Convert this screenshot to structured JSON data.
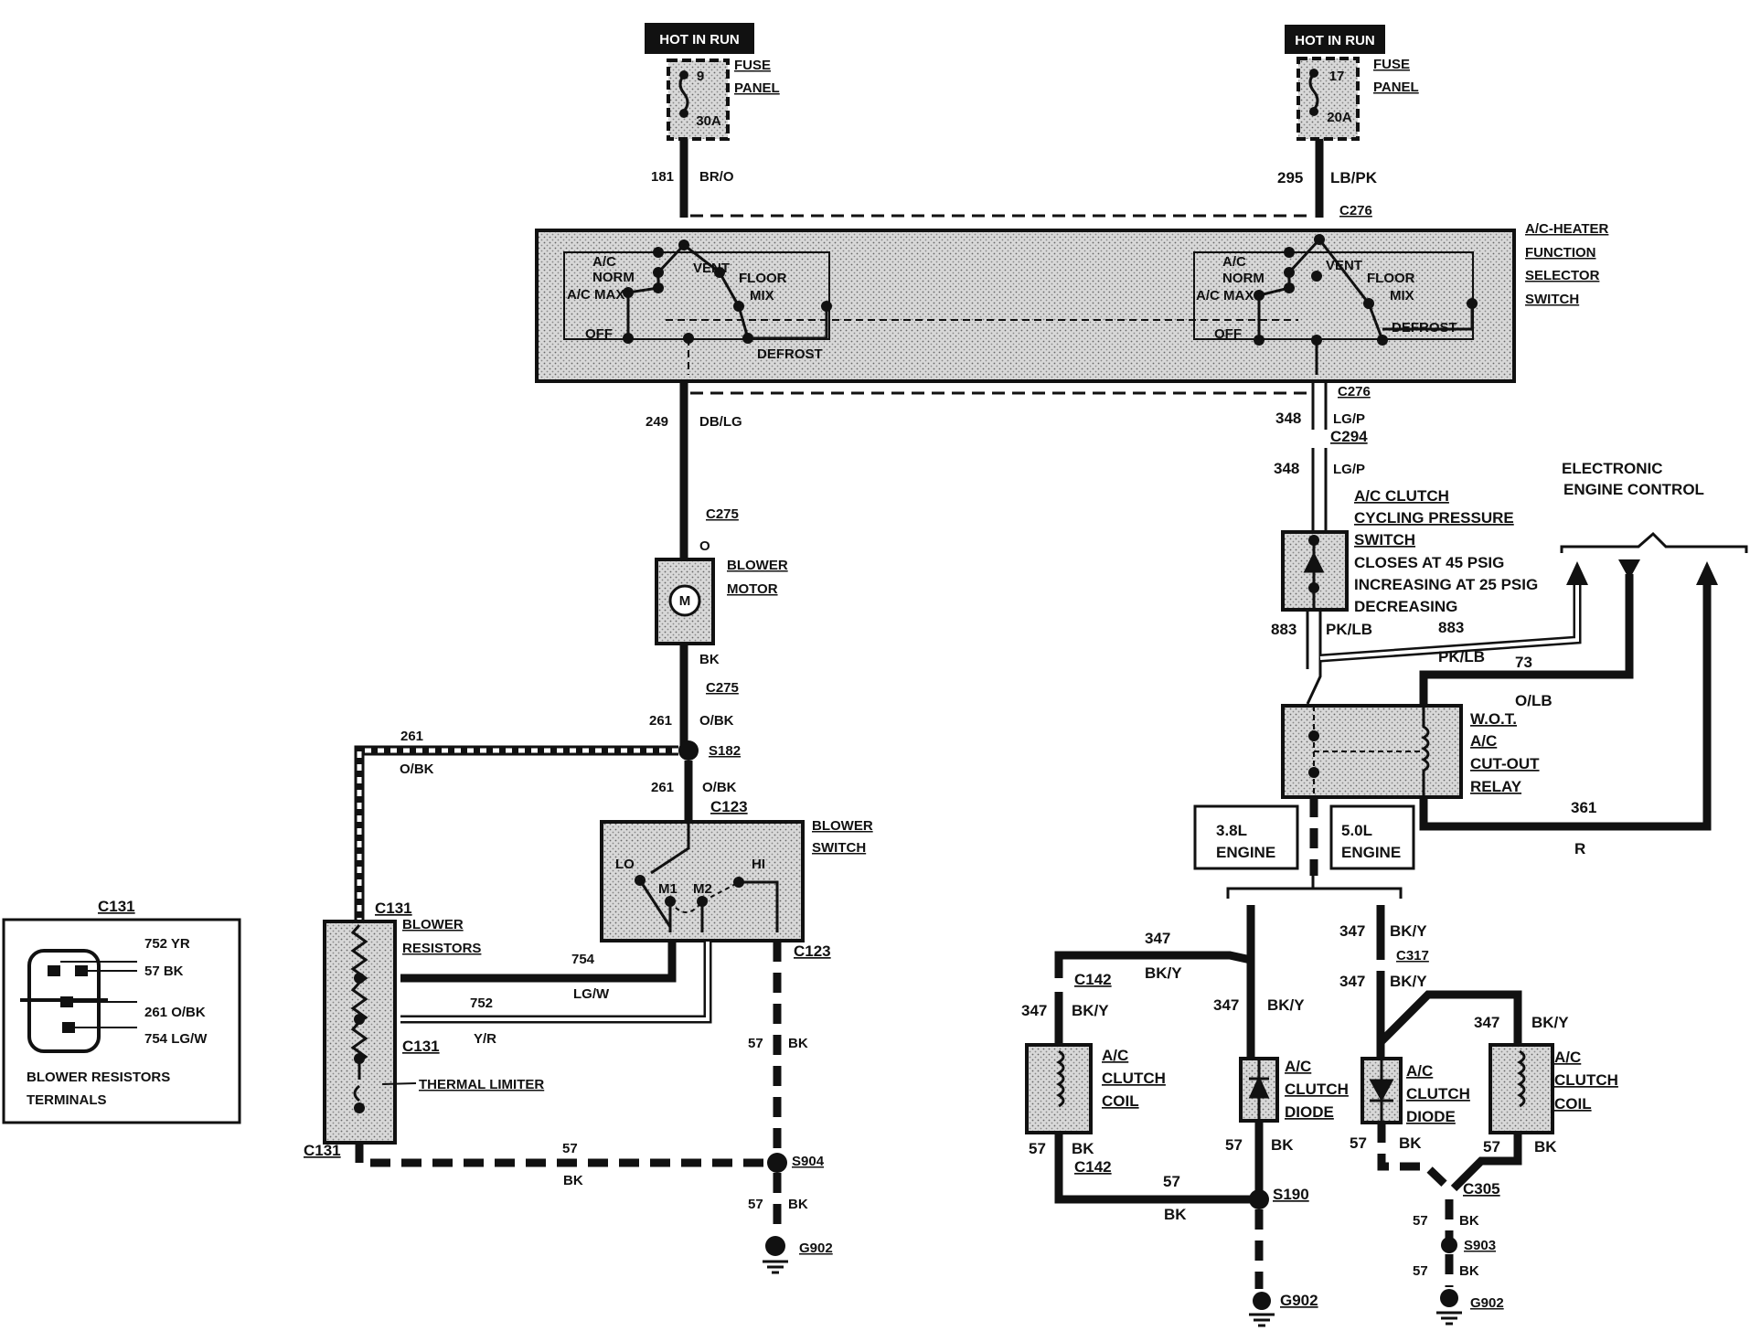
{
  "power": {
    "left": {
      "badge": "HOT IN RUN",
      "fuse_num": "9",
      "fuse_amp": "30A",
      "panel_1": "FUSE",
      "panel_2": "PANEL",
      "circuit": "181",
      "color": "BR/O"
    },
    "right": {
      "badge": "HOT IN RUN",
      "fuse_num": "17",
      "fuse_amp": "20A",
      "panel_1": "FUSE",
      "panel_2": "PANEL",
      "circuit": "295",
      "color": "LB/PK"
    }
  },
  "selector": {
    "title_1": "A/C-HEATER",
    "title_2": "FUNCTION",
    "title_3": "SELECTOR",
    "title_4": "SWITCH",
    "c276_top": "C276",
    "c276_bot": "C276",
    "ac_1": "A/C",
    "norm": "NORM",
    "acmax": "A/C MAX",
    "vent": "VENT",
    "floor": "FLOOR",
    "mix": "MIX",
    "off": "OFF",
    "defrost": "DEFROST"
  },
  "blower": {
    "w249": "249",
    "c249": "DB/LG",
    "c275a": "C275",
    "o": "O",
    "motor_1": "BLOWER",
    "motor_2": "MOTOR",
    "m": "M",
    "bk": "BK",
    "c275b": "C275",
    "w261a": "261",
    "c261a": "O/BK",
    "s182": "S182",
    "w261b": "261",
    "c261b": "O/BK",
    "c123a": "C123",
    "switch_1": "BLOWER",
    "switch_2": "SWITCH",
    "lo": "LO",
    "m1": "M1",
    "m2": "M2",
    "hi": "HI",
    "c123b": "C123",
    "w261c": "261",
    "c261c": "O/BK",
    "res_1": "BLOWER",
    "res_2": "RESISTORS",
    "c131a": "C131",
    "c131b": "C131",
    "c131c": "C131",
    "w754": "754",
    "c754": "LG/W",
    "w752": "752",
    "c752": "Y/R",
    "thermal": "THERMAL LIMITER",
    "w57a": "57",
    "c57a": "BK",
    "w57b": "57",
    "c57b": "BK",
    "s904": "S904",
    "w57c": "57",
    "c57c": "BK",
    "g902": "G902"
  },
  "inset": {
    "title": "C131",
    "p1": "752 YR",
    "p2": "57 BK",
    "p3": "261 O/BK",
    "p4": "754 LG/W",
    "cap_1": "BLOWER RESISTORS",
    "cap_2": "TERMINALS"
  },
  "ac": {
    "w348a": "348",
    "c348a": "LG/P",
    "c294": "C294",
    "w348b": "348",
    "c348b": "LG/P",
    "cps_1": "A/C CLUTCH",
    "cps_2": "CYCLING PRESSURE",
    "cps_3": "SWITCH",
    "note_1": "CLOSES AT 45 PSIG",
    "note_2": "INCREASING AT 25 PSIG",
    "note_3": "DECREASING",
    "eec_1": "ELECTRONIC",
    "eec_2": "ENGINE CONTROL",
    "w883a": "883",
    "c883a": "PK/LB",
    "w883b": "883",
    "c883b": "PK/LB",
    "w73": "73",
    "c73": "O/LB",
    "relay_1": "W.O.T.",
    "relay_2": "A/C",
    "relay_3": "CUT-OUT",
    "relay_4": "RELAY",
    "w361": "361",
    "c361": "R",
    "eng38_1": "3.8L",
    "eng38_2": "ENGINE",
    "eng50_1": "5.0L",
    "eng50_2": "ENGINE",
    "w347a": "347",
    "c347a": "BK/Y",
    "c142a": "C142",
    "w347b": "347",
    "c347b": "BK/Y",
    "w347c": "347",
    "c347c": "BK/Y",
    "w347d": "347",
    "c347d": "BK/Y",
    "c317": "C317",
    "w347e": "347",
    "c347e": "BK/Y",
    "w347f": "347",
    "c347f": "BK/Y",
    "acc": "A/C",
    "clutch": "CLUTCH",
    "coil": "COIL",
    "diode": "DIODE",
    "w57d": "57",
    "c57d": "BK",
    "c142b": "C142",
    "w57e": "57",
    "c57e": "BK",
    "w57f": "57",
    "c57f": "BK",
    "s190": "S190",
    "g902b": "G902",
    "w57g": "57",
    "c57g": "BK",
    "w57h": "57",
    "c57h": "BK",
    "c305": "C305",
    "w57i": "57",
    "c57i": "BK",
    "s903": "S903",
    "w57j": "57",
    "c57j": "BK",
    "g902c": "G902"
  }
}
